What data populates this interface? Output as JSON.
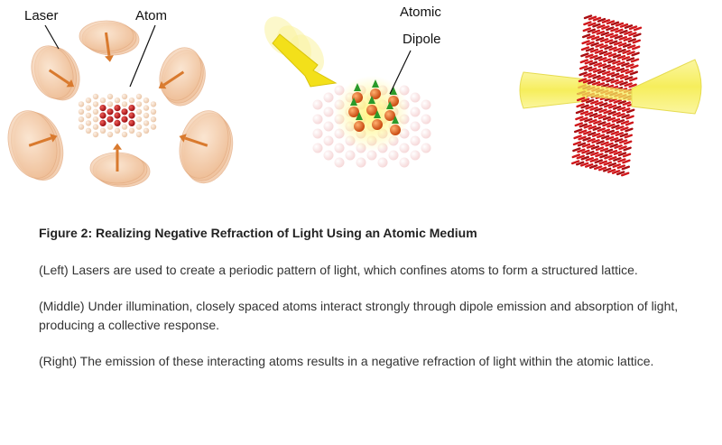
{
  "figure": {
    "labels": {
      "laser": "Laser",
      "atom": "Atom",
      "atomic": "Atomic",
      "dipole": "Dipole"
    }
  },
  "caption": {
    "title": "Figure 2: Realizing Negative Refraction of Light Using an Atomic Medium",
    "left": "(Left) Lasers are used to create a periodic pattern of light, which confines atoms to form a structured lattice.",
    "middle": "(Middle) Under illumination, closely spaced atoms interact strongly through dipole emission and absorption of light, producing a collective response.",
    "right": "(Right) The emission of these interacting atoms results in a negative refraction of light within the atomic lattice."
  },
  "colors": {
    "laser_disc": "#f3c9a5",
    "arrow": "#d97a2e",
    "atom_red": "#c0141a",
    "atom_pale": "#f4dcc8",
    "beam_yellow": "#f7f06a",
    "dipole_green": "#2a9a2a",
    "dipole_orange": "#e0641e"
  }
}
